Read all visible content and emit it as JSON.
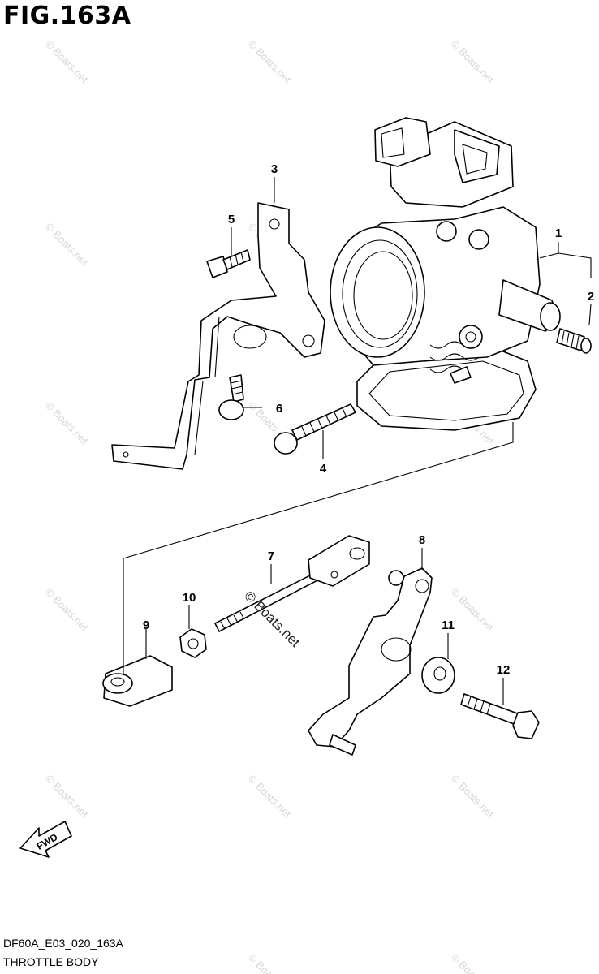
{
  "figure": {
    "title": "FIG.163A"
  },
  "footer": {
    "code": "DF60A_E03_020_163A",
    "name": "THROTTLE BODY"
  },
  "watermark": {
    "text": "© Boats.net"
  },
  "callouts": [
    "1",
    "2",
    "3",
    "4",
    "5",
    "6",
    "7",
    "8",
    "9",
    "10",
    "11",
    "12"
  ],
  "fwd_label": "FWD"
}
